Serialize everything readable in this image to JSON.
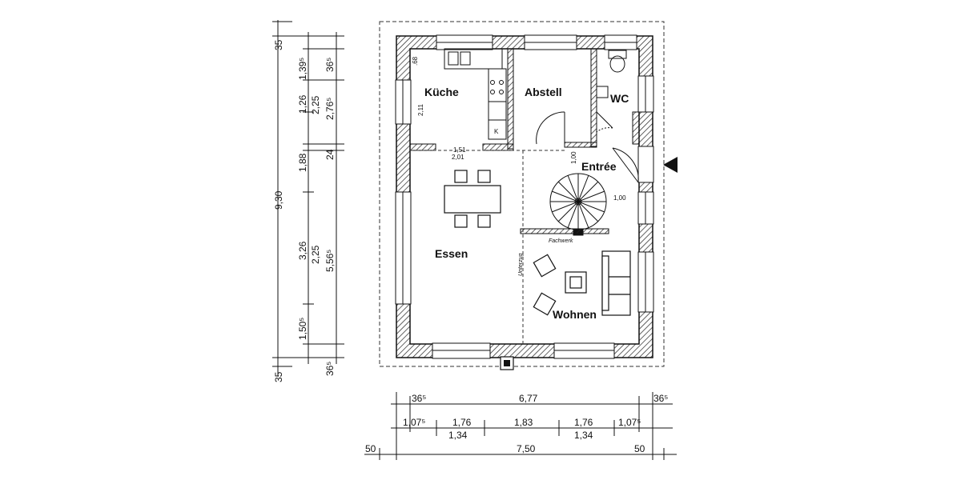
{
  "rooms": {
    "kueche": "Küche",
    "abstell": "Abstell",
    "wc": "WC",
    "entree": "Entrée",
    "essen": "Essen",
    "wohnen": "Wohnen"
  },
  "notes": {
    "fachwerk": "Fachwerk",
    "unterzug": "Unterzug",
    "stove_k": "K"
  },
  "interior_dims": {
    "kitchen_width": "1,51",
    "kitchen_outer": "2,01",
    "kitchen_depth": "2,11",
    "counter": ".68",
    "stair_top": "1,00",
    "stair_right": "1,00"
  },
  "bottom_dims": {
    "row1": [
      "36⁵",
      "6,77",
      "36⁵"
    ],
    "row2": [
      "1,07⁵",
      "1,76",
      "1,83",
      "1,76",
      "1,07⁵"
    ],
    "row2b": [
      "1,34",
      "1,34"
    ],
    "row3": [
      "50",
      "7,50",
      "50"
    ]
  },
  "left_dims": {
    "col1": [
      "35",
      "9,30",
      "35"
    ],
    "col2": [
      "1,39⁵",
      "1,26",
      "1,88",
      "3,26",
      "1,50⁵"
    ],
    "col3": [
      "2,25",
      "2,25"
    ],
    "col4": [
      "36⁵",
      "2,76⁵",
      "24",
      "5,56⁵",
      "36⁵"
    ]
  }
}
